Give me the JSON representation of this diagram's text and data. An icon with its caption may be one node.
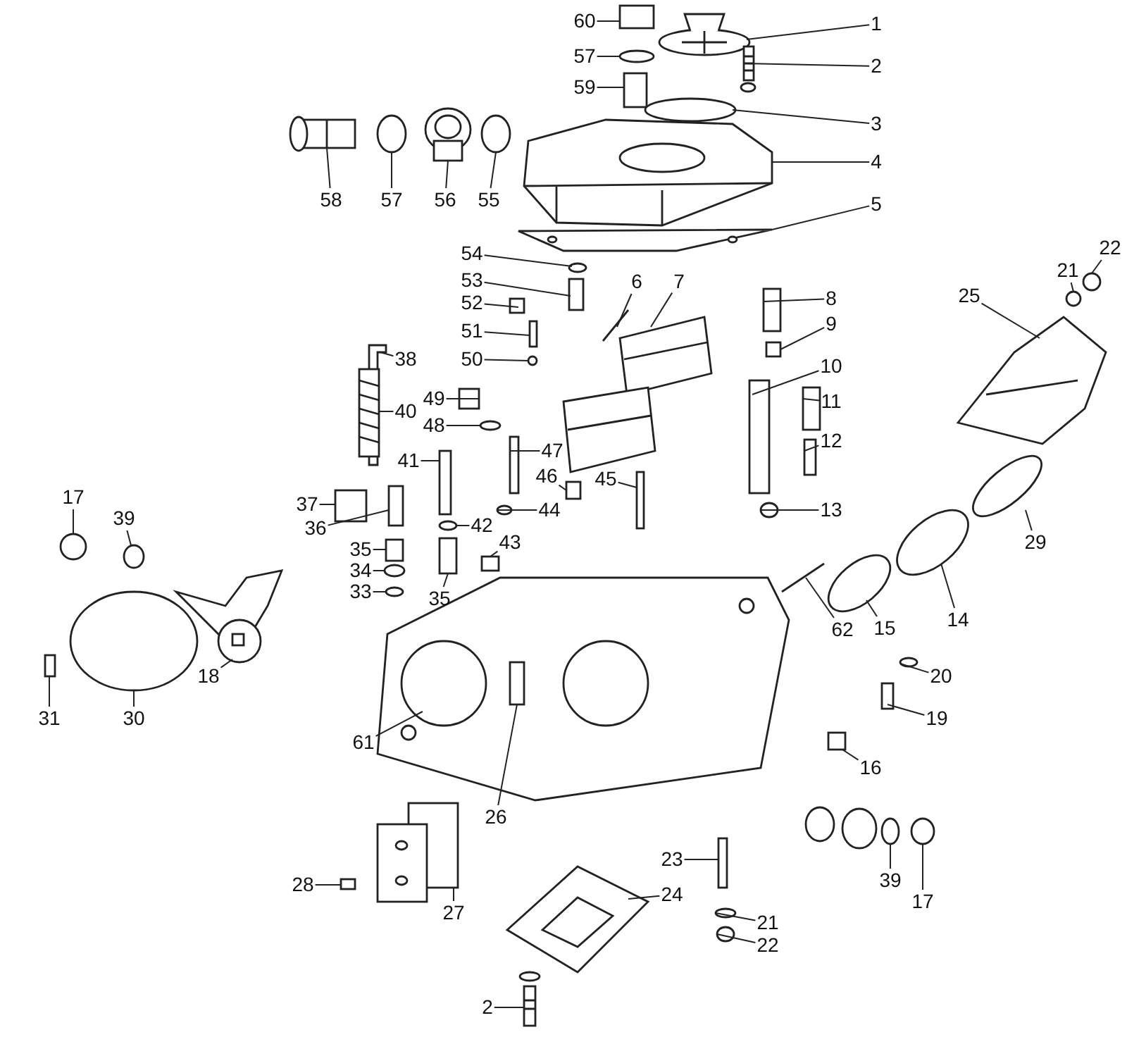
{
  "diagram": {
    "nodes": [
      {
        "text": [
          "60"
        ]
      },
      {
        "text": [
          "57"
        ]
      },
      {
        "text": [
          "59"
        ]
      },
      {
        "text": [
          "1"
        ]
      },
      {
        "text": [
          "2"
        ]
      },
      {
        "text": [
          "3"
        ]
      },
      {
        "text": [
          "4"
        ]
      },
      {
        "text": [
          "5"
        ]
      },
      {
        "text": [
          "58"
        ]
      },
      {
        "text": [
          "57"
        ]
      },
      {
        "text": [
          "56"
        ]
      },
      {
        "text": [
          "55"
        ]
      },
      {
        "text": [
          "54"
        ]
      },
      {
        "text": [
          "53"
        ]
      },
      {
        "text": [
          "6"
        ]
      },
      {
        "text": [
          "7"
        ]
      },
      {
        "text": [
          "8"
        ]
      },
      {
        "text": [
          "9"
        ]
      },
      {
        "text": [
          "22"
        ]
      },
      {
        "text": [
          "21"
        ]
      },
      {
        "text": [
          "25"
        ]
      },
      {
        "text": [
          "52"
        ]
      },
      {
        "text": [
          "51"
        ]
      },
      {
        "text": [
          "50"
        ]
      },
      {
        "text": [
          "38"
        ]
      },
      {
        "text": [
          "10"
        ]
      },
      {
        "text": [
          "11"
        ]
      },
      {
        "text": [
          "49"
        ]
      },
      {
        "text": [
          "40"
        ]
      },
      {
        "text": [
          "48"
        ]
      },
      {
        "text": [
          "12"
        ]
      },
      {
        "text": [
          "47"
        ]
      },
      {
        "text": [
          "41"
        ]
      },
      {
        "text": [
          "46"
        ]
      },
      {
        "text": [
          "45"
        ]
      },
      {
        "text": [
          "37"
        ]
      },
      {
        "text": [
          "44"
        ]
      },
      {
        "text": [
          "13"
        ]
      },
      {
        "text": [
          "36"
        ]
      },
      {
        "text": [
          "42"
        ]
      },
      {
        "text": [
          "17"
        ]
      },
      {
        "text": [
          "39"
        ]
      },
      {
        "text": [
          "43"
        ]
      },
      {
        "text": [
          "35"
        ]
      },
      {
        "text": [
          "29"
        ]
      },
      {
        "text": [
          "34"
        ]
      },
      {
        "text": [
          "33"
        ]
      },
      {
        "text": [
          "35"
        ]
      },
      {
        "text": [
          "14"
        ]
      },
      {
        "text": [
          "15"
        ]
      },
      {
        "text": [
          "62"
        ]
      },
      {
        "text": [
          "18"
        ]
      },
      {
        "text": [
          "20"
        ]
      },
      {
        "text": [
          "30"
        ]
      },
      {
        "text": [
          "31"
        ]
      },
      {
        "text": [
          "19"
        ]
      },
      {
        "text": [
          "61"
        ]
      },
      {
        "text": [
          "16"
        ]
      },
      {
        "text": [
          "26"
        ]
      },
      {
        "text": [
          "23"
        ]
      },
      {
        "text": [
          "28"
        ]
      },
      {
        "text": [
          "39"
        ]
      },
      {
        "text": [
          "24"
        ]
      },
      {
        "text": [
          "17"
        ]
      },
      {
        "text": [
          "27"
        ]
      },
      {
        "text": [
          "21"
        ]
      },
      {
        "text": [
          "22"
        ]
      },
      {
        "text": [
          "2"
        ]
      },
      {
        "text": [],
        "shape": "box"
      },
      {
        "text": [],
        "shape": "circle"
      },
      {
        "text": [],
        "shape": "box"
      },
      {
        "text": [],
        "shape": "picture"
      },
      {
        "text": [],
        "shape": "picture"
      },
      {
        "text": [],
        "shape": "circle"
      },
      {
        "text": [],
        "shape": "picture"
      },
      {
        "text": [],
        "shape": "picture"
      },
      {
        "text": [],
        "shape": "picture"
      },
      {
        "text": [],
        "shape": "circle"
      },
      {
        "text": [],
        "shape": "picture"
      },
      {
        "text": [],
        "shape": "circle"
      },
      {
        "text": [],
        "shape": "circle"
      },
      {
        "text": [],
        "shape": "box"
      },
      {
        "text": [],
        "shape": "bar"
      },
      {
        "text": [],
        "shape": "picture"
      },
      {
        "text": [],
        "shape": "box"
      },
      {
        "text": [],
        "shape": "box"
      },
      {
        "text": [],
        "shape": "circle"
      },
      {
        "text": [],
        "shape": "circle"
      },
      {
        "text": [],
        "shape": "picture"
      },
      {
        "text": [],
        "shape": "box"
      },
      {
        "text": [],
        "shape": "box"
      },
      {
        "text": [],
        "shape": "circle"
      },
      {
        "text": [],
        "shape": "picture"
      },
      {
        "text": [],
        "shape": "box"
      },
      {
        "text": [],
        "shape": "box"
      },
      {
        "text": [],
        "shape": "box"
      },
      {
        "text": [],
        "shape": "picture"
      },
      {
        "text": [],
        "shape": "circle"
      },
      {
        "text": [],
        "shape": "box"
      },
      {
        "text": [],
        "shape": "box"
      },
      {
        "text": [],
        "shape": "box"
      },
      {
        "text": [],
        "shape": "box"
      },
      {
        "text": [],
        "shape": "box"
      },
      {
        "text": [],
        "shape": "box"
      },
      {
        "text": [],
        "shape": "circle"
      },
      {
        "text": [],
        "shape": "circle"
      },
      {
        "text": [],
        "shape": "box"
      },
      {
        "text": [],
        "shape": "circle"
      },
      {
        "text": [],
        "shape": "circle"
      },
      {
        "text": [],
        "shape": "circle"
      },
      {
        "text": [],
        "shape": "box"
      },
      {
        "text": [],
        "shape": "box"
      },
      {
        "text": [],
        "shape": "circle"
      },
      {
        "text": [],
        "shape": "circle"
      },
      {
        "text": [],
        "shape": "circle"
      },
      {
        "text": [],
        "shape": "box"
      },
      {
        "text": [],
        "shape": "circle"
      },
      {
        "text": [],
        "shape": "circle"
      },
      {
        "text": [],
        "shape": "bar"
      },
      {
        "text": [],
        "shape": "picture"
      },
      {
        "text": [],
        "shape": "circle"
      },
      {
        "text": [],
        "shape": "circle"
      },
      {
        "text": [],
        "shape": "box"
      },
      {
        "text": [],
        "shape": "box"
      },
      {
        "text": [],
        "shape": "picture"
      },
      {
        "text": [],
        "shape": "box"
      },
      {
        "text": [],
        "shape": "box",
        "in": 124
      },
      {
        "text": [],
        "shape": "box"
      },
      {
        "text": [],
        "shape": "box"
      },
      {
        "text": [],
        "shape": "circle"
      },
      {
        "text": [],
        "shape": "picture"
      },
      {
        "text": [],
        "shape": "circle"
      },
      {
        "text": [],
        "shape": "picture"
      },
      {
        "text": [],
        "shape": "circle"
      },
      {
        "text": [],
        "shape": "circle"
      },
      {
        "text": [],
        "shape": "picture"
      }
    ],
    "edges": [
      {
        "from": 0,
        "to": 68,
        "arrow": "none"
      },
      {
        "from": 1,
        "to": 69,
        "arrow": "none"
      },
      {
        "from": 2,
        "to": 70,
        "arrow": "none"
      },
      {
        "from": 3,
        "to": 71,
        "arrow": "none"
      },
      {
        "from": 4,
        "to": 72,
        "arrow": "none"
      },
      {
        "from": 5,
        "to": 73,
        "arrow": "none"
      },
      {
        "from": 6,
        "to": 74,
        "arrow": "none"
      },
      {
        "from": 7,
        "to": 75,
        "arrow": "none"
      },
      {
        "from": 8,
        "to": 76,
        "arrow": "none"
      },
      {
        "from": 9,
        "to": 77,
        "arrow": "none"
      },
      {
        "from": 10,
        "to": 78,
        "arrow": "none"
      },
      {
        "from": 11,
        "to": 79,
        "arrow": "none"
      },
      {
        "from": 12,
        "to": 80,
        "arrow": "none"
      },
      {
        "from": 13,
        "to": 81,
        "arrow": "none"
      },
      {
        "from": 14,
        "to": 82,
        "arrow": "none"
      },
      {
        "from": 15,
        "to": 83,
        "arrow": "none"
      },
      {
        "from": 16,
        "to": 84,
        "arrow": "none"
      },
      {
        "from": 17,
        "to": 85,
        "arrow": "none"
      },
      {
        "from": 18,
        "to": 86,
        "arrow": "none"
      },
      {
        "from": 19,
        "to": 87,
        "arrow": "none"
      },
      {
        "from": 20,
        "to": 88,
        "arrow": "none"
      },
      {
        "from": 21,
        "to": 89,
        "arrow": "none"
      },
      {
        "from": 22,
        "to": 90,
        "arrow": "none"
      },
      {
        "from": 23,
        "to": 91,
        "arrow": "none"
      },
      {
        "from": 24,
        "to": 92,
        "arrow": "none"
      },
      {
        "from": 25,
        "to": 93,
        "arrow": "none"
      },
      {
        "from": 26,
        "to": 94,
        "arrow": "none"
      },
      {
        "from": 27,
        "to": 95,
        "arrow": "none"
      },
      {
        "from": 28,
        "to": 96,
        "arrow": "none"
      },
      {
        "from": 29,
        "to": 97,
        "arrow": "none"
      },
      {
        "from": 30,
        "to": 98,
        "arrow": "none"
      },
      {
        "from": 31,
        "to": 99,
        "arrow": "none"
      },
      {
        "from": 32,
        "to": 100,
        "arrow": "none"
      },
      {
        "from": 33,
        "to": 101,
        "arrow": "none"
      },
      {
        "from": 34,
        "to": 102,
        "arrow": "none"
      },
      {
        "from": 35,
        "to": 103,
        "arrow": "none"
      },
      {
        "from": 36,
        "to": 104,
        "arrow": "none"
      },
      {
        "from": 37,
        "to": 105,
        "arrow": "none"
      },
      {
        "from": 38,
        "to": 106,
        "arrow": "none"
      },
      {
        "from": 39,
        "to": 107,
        "arrow": "none"
      },
      {
        "from": 40,
        "to": 108,
        "arrow": "none"
      },
      {
        "from": 41,
        "to": 109,
        "arrow": "none"
      },
      {
        "from": 42,
        "to": 110,
        "arrow": "none"
      },
      {
        "from": 43,
        "to": 111,
        "arrow": "none"
      },
      {
        "from": 44,
        "to": 112,
        "arrow": "none"
      },
      {
        "from": 45,
        "to": 113,
        "arrow": "none"
      },
      {
        "from": 46,
        "to": 114,
        "arrow": "none"
      },
      {
        "from": 47,
        "to": 115,
        "arrow": "none"
      },
      {
        "from": 48,
        "to": 116,
        "arrow": "none"
      },
      {
        "from": 49,
        "to": 117,
        "arrow": "none"
      },
      {
        "from": 50,
        "to": 118,
        "arrow": "none"
      },
      {
        "from": 51,
        "to": 119,
        "arrow": "none"
      },
      {
        "from": 52,
        "to": 120,
        "arrow": "none"
      },
      {
        "from": 53,
        "to": 121,
        "arrow": "none"
      },
      {
        "from": 54,
        "to": 122,
        "arrow": "none"
      },
      {
        "from": 55,
        "to": 123,
        "arrow": "none"
      },
      {
        "from": 56,
        "to": 124,
        "arrow": "none"
      },
      {
        "from": 57,
        "to": 125,
        "arrow": "none"
      },
      {
        "from": 58,
        "to": 126,
        "arrow": "none"
      },
      {
        "from": 59,
        "to": 127,
        "arrow": "none"
      },
      {
        "from": 60,
        "to": 128,
        "arrow": "none"
      },
      {
        "from": 61,
        "to": 129,
        "arrow": "none"
      },
      {
        "from": 62,
        "to": 130,
        "arrow": "none"
      },
      {
        "from": 63,
        "to": 131,
        "arrow": "none"
      },
      {
        "from": 64,
        "to": 132,
        "arrow": "none"
      },
      {
        "from": 65,
        "to": 133,
        "arrow": "none"
      },
      {
        "from": 66,
        "to": 134,
        "arrow": "none"
      },
      {
        "from": 67,
        "to": 135,
        "arrow": "none"
      }
    ]
  }
}
